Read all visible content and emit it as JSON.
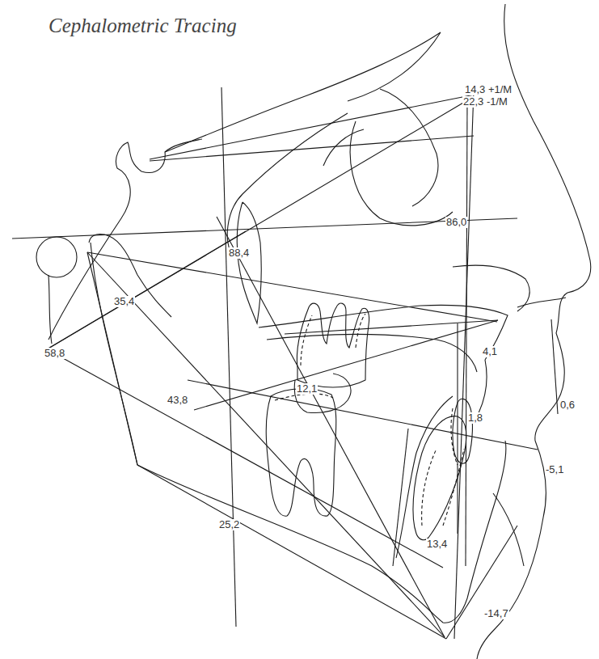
{
  "diagram": {
    "title": "Cephalometric Tracing",
    "labels": [
      "14,3 +1/M",
      "22,3 -1/M",
      "86,0",
      "88,4",
      "35,4",
      "58,8",
      "4,1",
      "12,1",
      "0,6",
      "43,8",
      "1,8",
      "-5,1",
      "25,2",
      "13,4",
      "-14,7"
    ]
  }
}
